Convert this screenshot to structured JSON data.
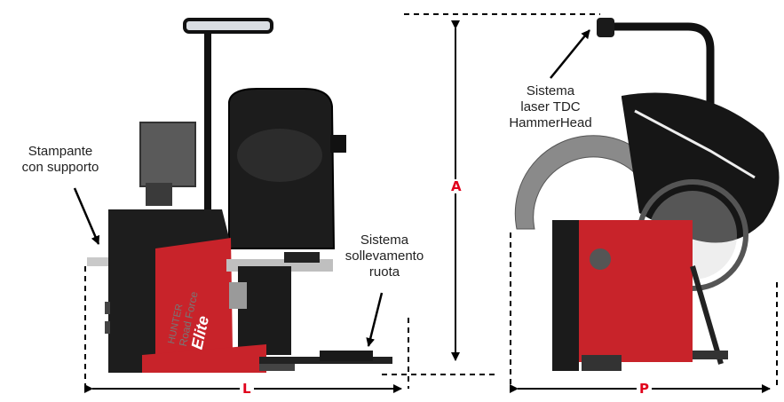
{
  "labels": {
    "printer": "Stampante\ncon supporto",
    "lift": "Sistema\nsollevamento\nruota",
    "laser": "Sistema\nlaser TDC\nHammerHead"
  },
  "dimensions": {
    "length": "L",
    "height": "A",
    "depth": "P"
  },
  "machine_branding": {
    "line1": "HUNTER",
    "line2": "Road Force",
    "line3": "Elite"
  },
  "colors": {
    "accent_red": "#e0001b",
    "machine_red": "#c8232a",
    "machine_dark": "#1a1a1a",
    "hood_grey": "#8a8a8a"
  }
}
